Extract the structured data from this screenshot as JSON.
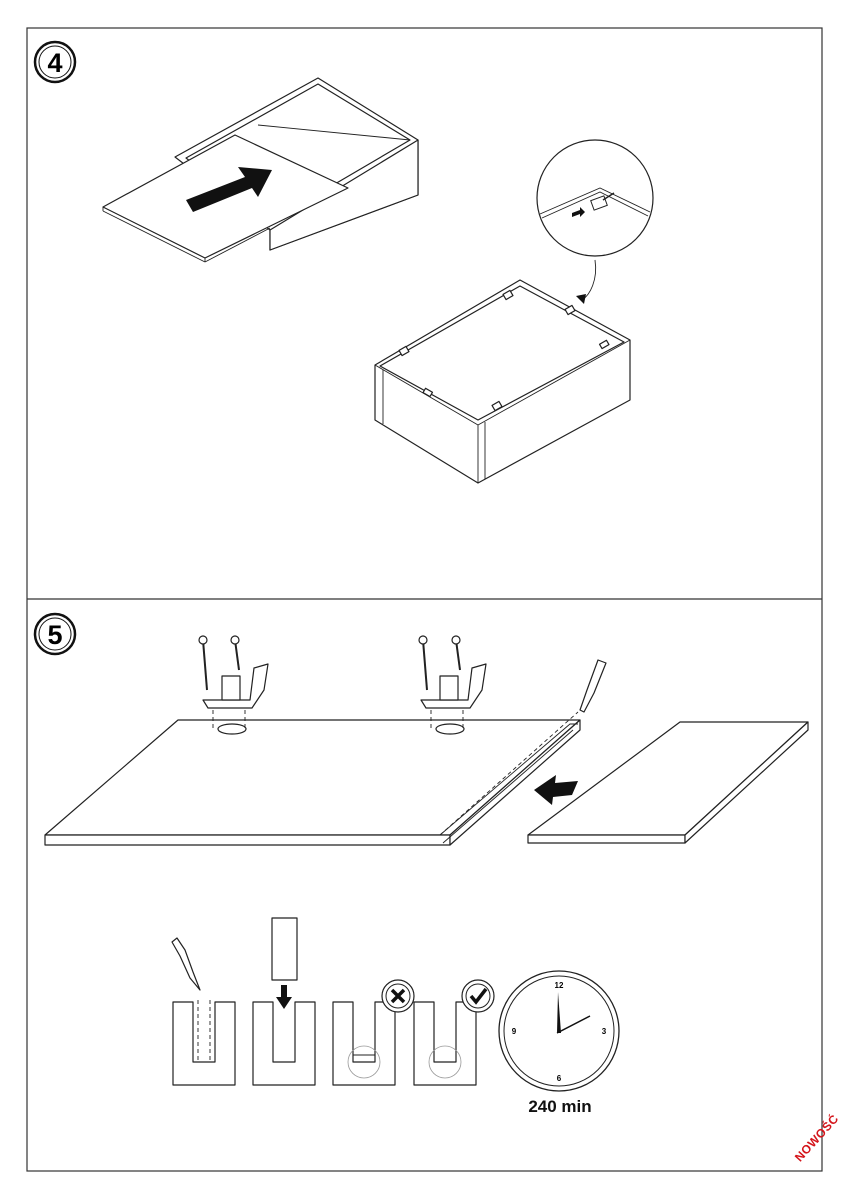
{
  "steps": [
    {
      "number": "4"
    },
    {
      "number": "5"
    }
  ],
  "clock": {
    "numbers": {
      "n12": "12",
      "n3": "3",
      "n6": "6",
      "n9": "9"
    },
    "duration_label": "240 min"
  },
  "watermark": "NOWOŚĆ",
  "colors": {
    "line": "#222222",
    "watermark": "#d4151b"
  }
}
